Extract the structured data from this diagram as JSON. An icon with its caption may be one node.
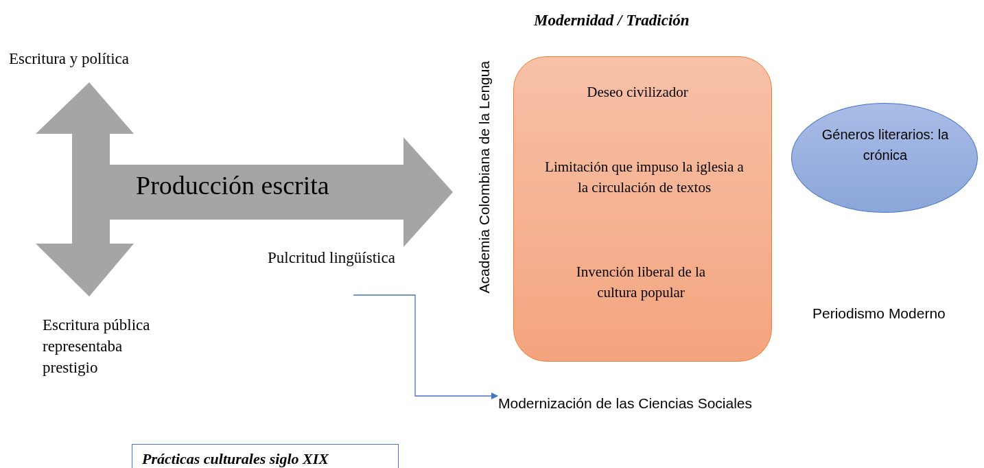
{
  "diagram": {
    "nodes": [
      {
        "text": [
          "Producción escrita"
        ]
      },
      {
        "text": [
          "Deseo civilizador",
          "Limitación que impuso la iglesia a la circulación de textos",
          "Invención liberal de la cultura popular"
        ]
      },
      {
        "text": [
          "Géneros literarios: la crónica"
        ]
      },
      {
        "text": [
          "Modernización de las Ciencias Sociales"
        ]
      },
      {
        "text": [
          "Prácticas culturales siglo XIX"
        ]
      }
    ],
    "edges": [
      {
        "from": null,
        "to": 3,
        "arrow": "to",
        "color": "#4472c4"
      }
    ],
    "labels": [
      "Modernidad / Tradición",
      "Escritura y política",
      "Academia Colombiana de la Lengua",
      "Pulcritud lingüística",
      "Periodismo Moderno",
      "Escritura pública representaba prestigio"
    ]
  }
}
